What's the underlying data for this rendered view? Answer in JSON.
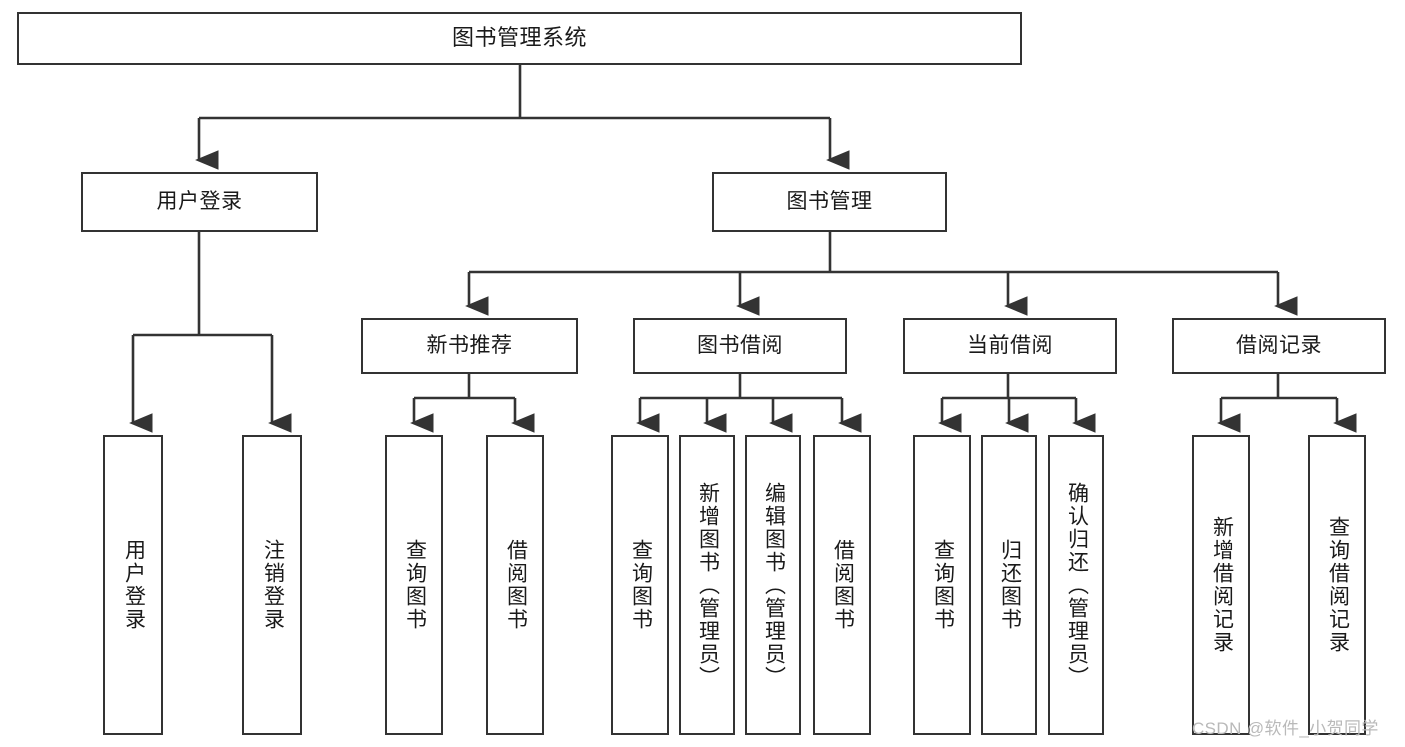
{
  "diagram": {
    "type": "tree-hierarchy",
    "title": "图书管理系统",
    "root": {
      "label": "图书管理系统"
    },
    "level2": [
      {
        "id": "user-login",
        "label": "用户登录"
      },
      {
        "id": "book-manage",
        "label": "图书管理"
      }
    ],
    "level3": [
      {
        "id": "new-book-recommend",
        "label": "新书推荐",
        "parent": "book-manage"
      },
      {
        "id": "book-borrow",
        "label": "图书借阅",
        "parent": "book-manage"
      },
      {
        "id": "current-borrow",
        "label": "当前借阅",
        "parent": "book-manage"
      },
      {
        "id": "borrow-record",
        "label": "借阅记录",
        "parent": "book-manage"
      }
    ],
    "leaves": [
      {
        "id": "leaf-user-login",
        "label": "用户登录",
        "parent": "user-login"
      },
      {
        "id": "leaf-logout-login",
        "label": "注销登录",
        "parent": "user-login"
      },
      {
        "id": "leaf-query-book-1",
        "label": "查询图书",
        "parent": "new-book-recommend"
      },
      {
        "id": "leaf-borrow-book-1",
        "label": "借阅图书",
        "parent": "new-book-recommend"
      },
      {
        "id": "leaf-query-book-2",
        "label": "查询图书",
        "parent": "book-borrow"
      },
      {
        "id": "leaf-add-book",
        "label": "新增图书（管理员）",
        "parent": "book-borrow"
      },
      {
        "id": "leaf-edit-book",
        "label": "编辑图书（管理员）",
        "parent": "book-borrow"
      },
      {
        "id": "leaf-borrow-book-2",
        "label": "借阅图书",
        "parent": "book-borrow"
      },
      {
        "id": "leaf-query-book-3",
        "label": "查询图书",
        "parent": "current-borrow"
      },
      {
        "id": "leaf-return-book",
        "label": "归还图书",
        "parent": "current-borrow"
      },
      {
        "id": "leaf-confirm-return",
        "label": "确认归还（管理员）",
        "parent": "current-borrow"
      },
      {
        "id": "leaf-add-record",
        "label": "新增借阅记录",
        "parent": "borrow-record"
      },
      {
        "id": "leaf-query-record",
        "label": "查询借阅记录",
        "parent": "borrow-record"
      }
    ]
  },
  "watermark": {
    "text": "CSDN @软件_小贺同学"
  },
  "colors": {
    "border": "#333333",
    "background": "#ffffff",
    "text": "#1a1a1a",
    "watermark": "#b9b9b9"
  }
}
